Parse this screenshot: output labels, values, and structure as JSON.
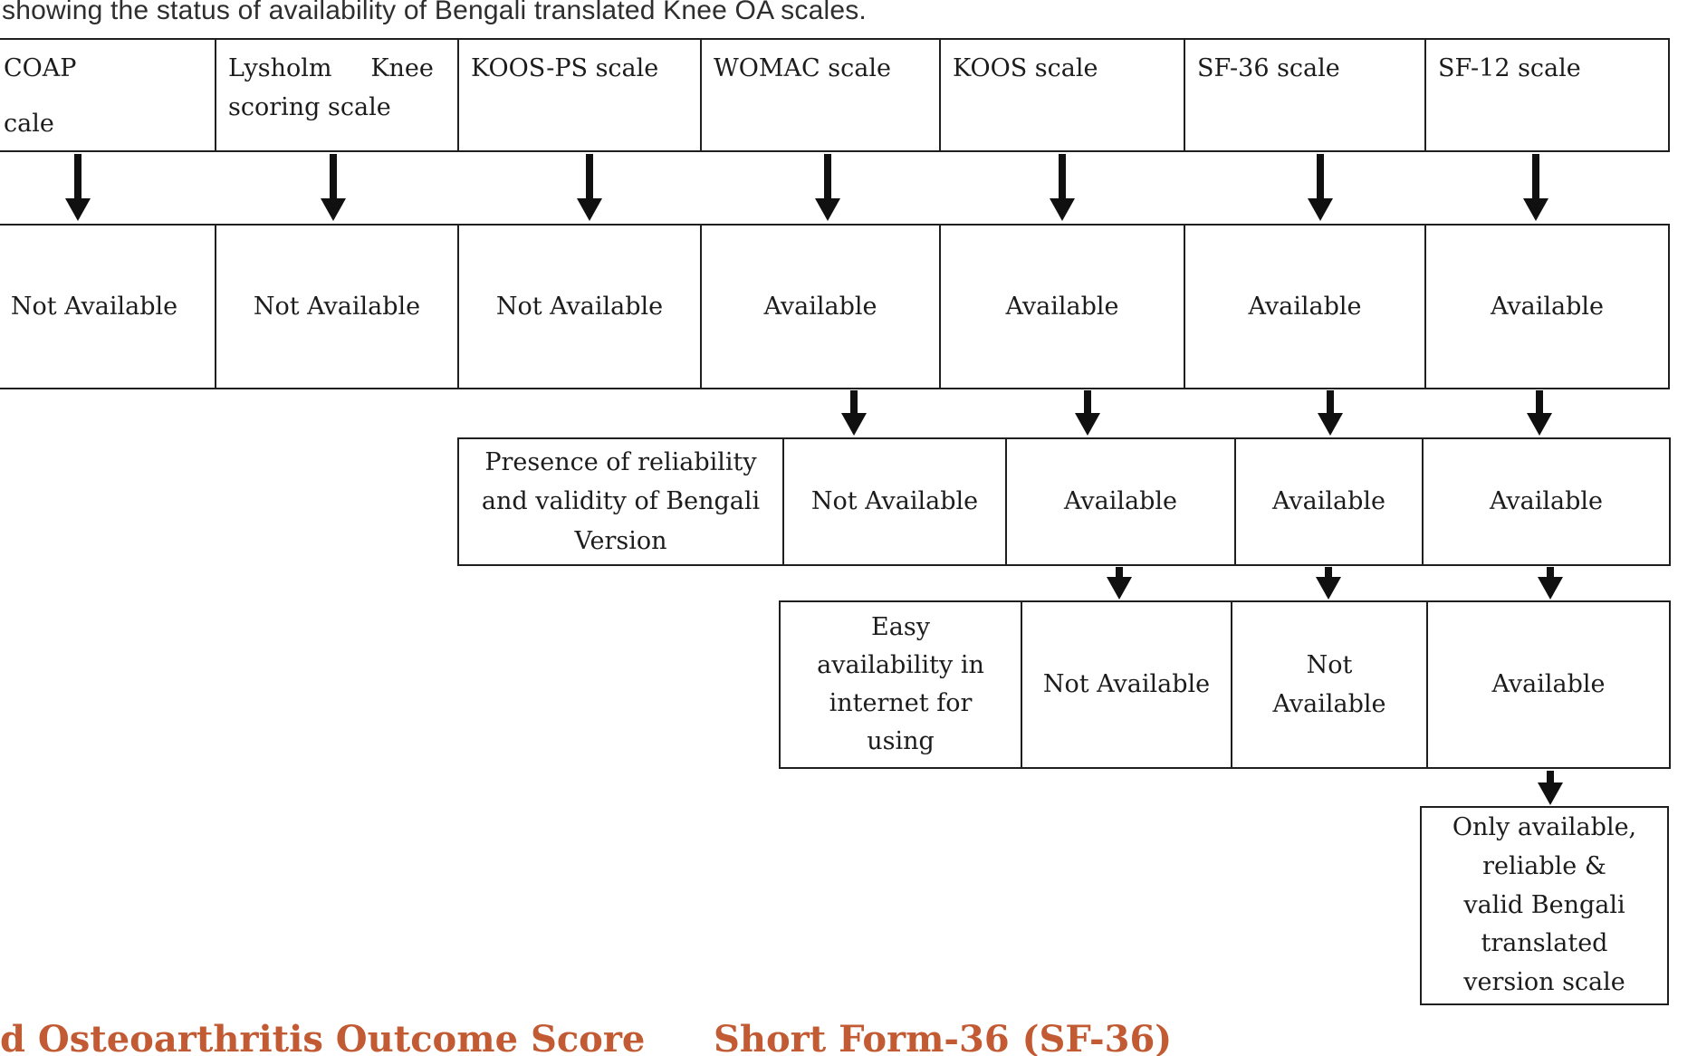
{
  "caption_top": "showing the status of availability of Bengali translated Knee OA scales.",
  "scales": {
    "icoap": {
      "name_line1": "COAP",
      "name_line2": "cale",
      "translation": "Not Available"
    },
    "lysholm": {
      "name": "Lysholm     Knee\nscoring scale",
      "translation": "Not Available"
    },
    "koos_ps": {
      "name": "KOOS-PS scale",
      "translation": "Not Available"
    },
    "womac": {
      "name": "WOMAC scale",
      "translation": "Available",
      "reliability": "Not Available"
    },
    "koos": {
      "name": "KOOS scale",
      "translation": "Available",
      "reliability": "Available",
      "internet": "Not Available"
    },
    "sf36": {
      "name": "SF-36 scale",
      "translation": "Available",
      "reliability": "Available",
      "internet": "Not\nAvailable"
    },
    "sf12": {
      "name": "SF-12 scale",
      "translation": "Available",
      "reliability": "Available",
      "internet": "Available",
      "final": "Only available,\nreliable &\nvalid Bengali\ntranslated\nversion scale"
    }
  },
  "criteria_labels": {
    "reliability": "Presence of reliability\nand validity of Bengali\nVersion",
    "internet": "Easy\navailability in\ninternet for\nusing"
  },
  "caption_bottom": {
    "fragment_left": "d Osteoarthritis Outcome Score",
    "fragment_right": "Short Form-36 (SF-36)"
  },
  "colors": {
    "accent": "#c25b33",
    "ink": "#1f1f1f"
  }
}
